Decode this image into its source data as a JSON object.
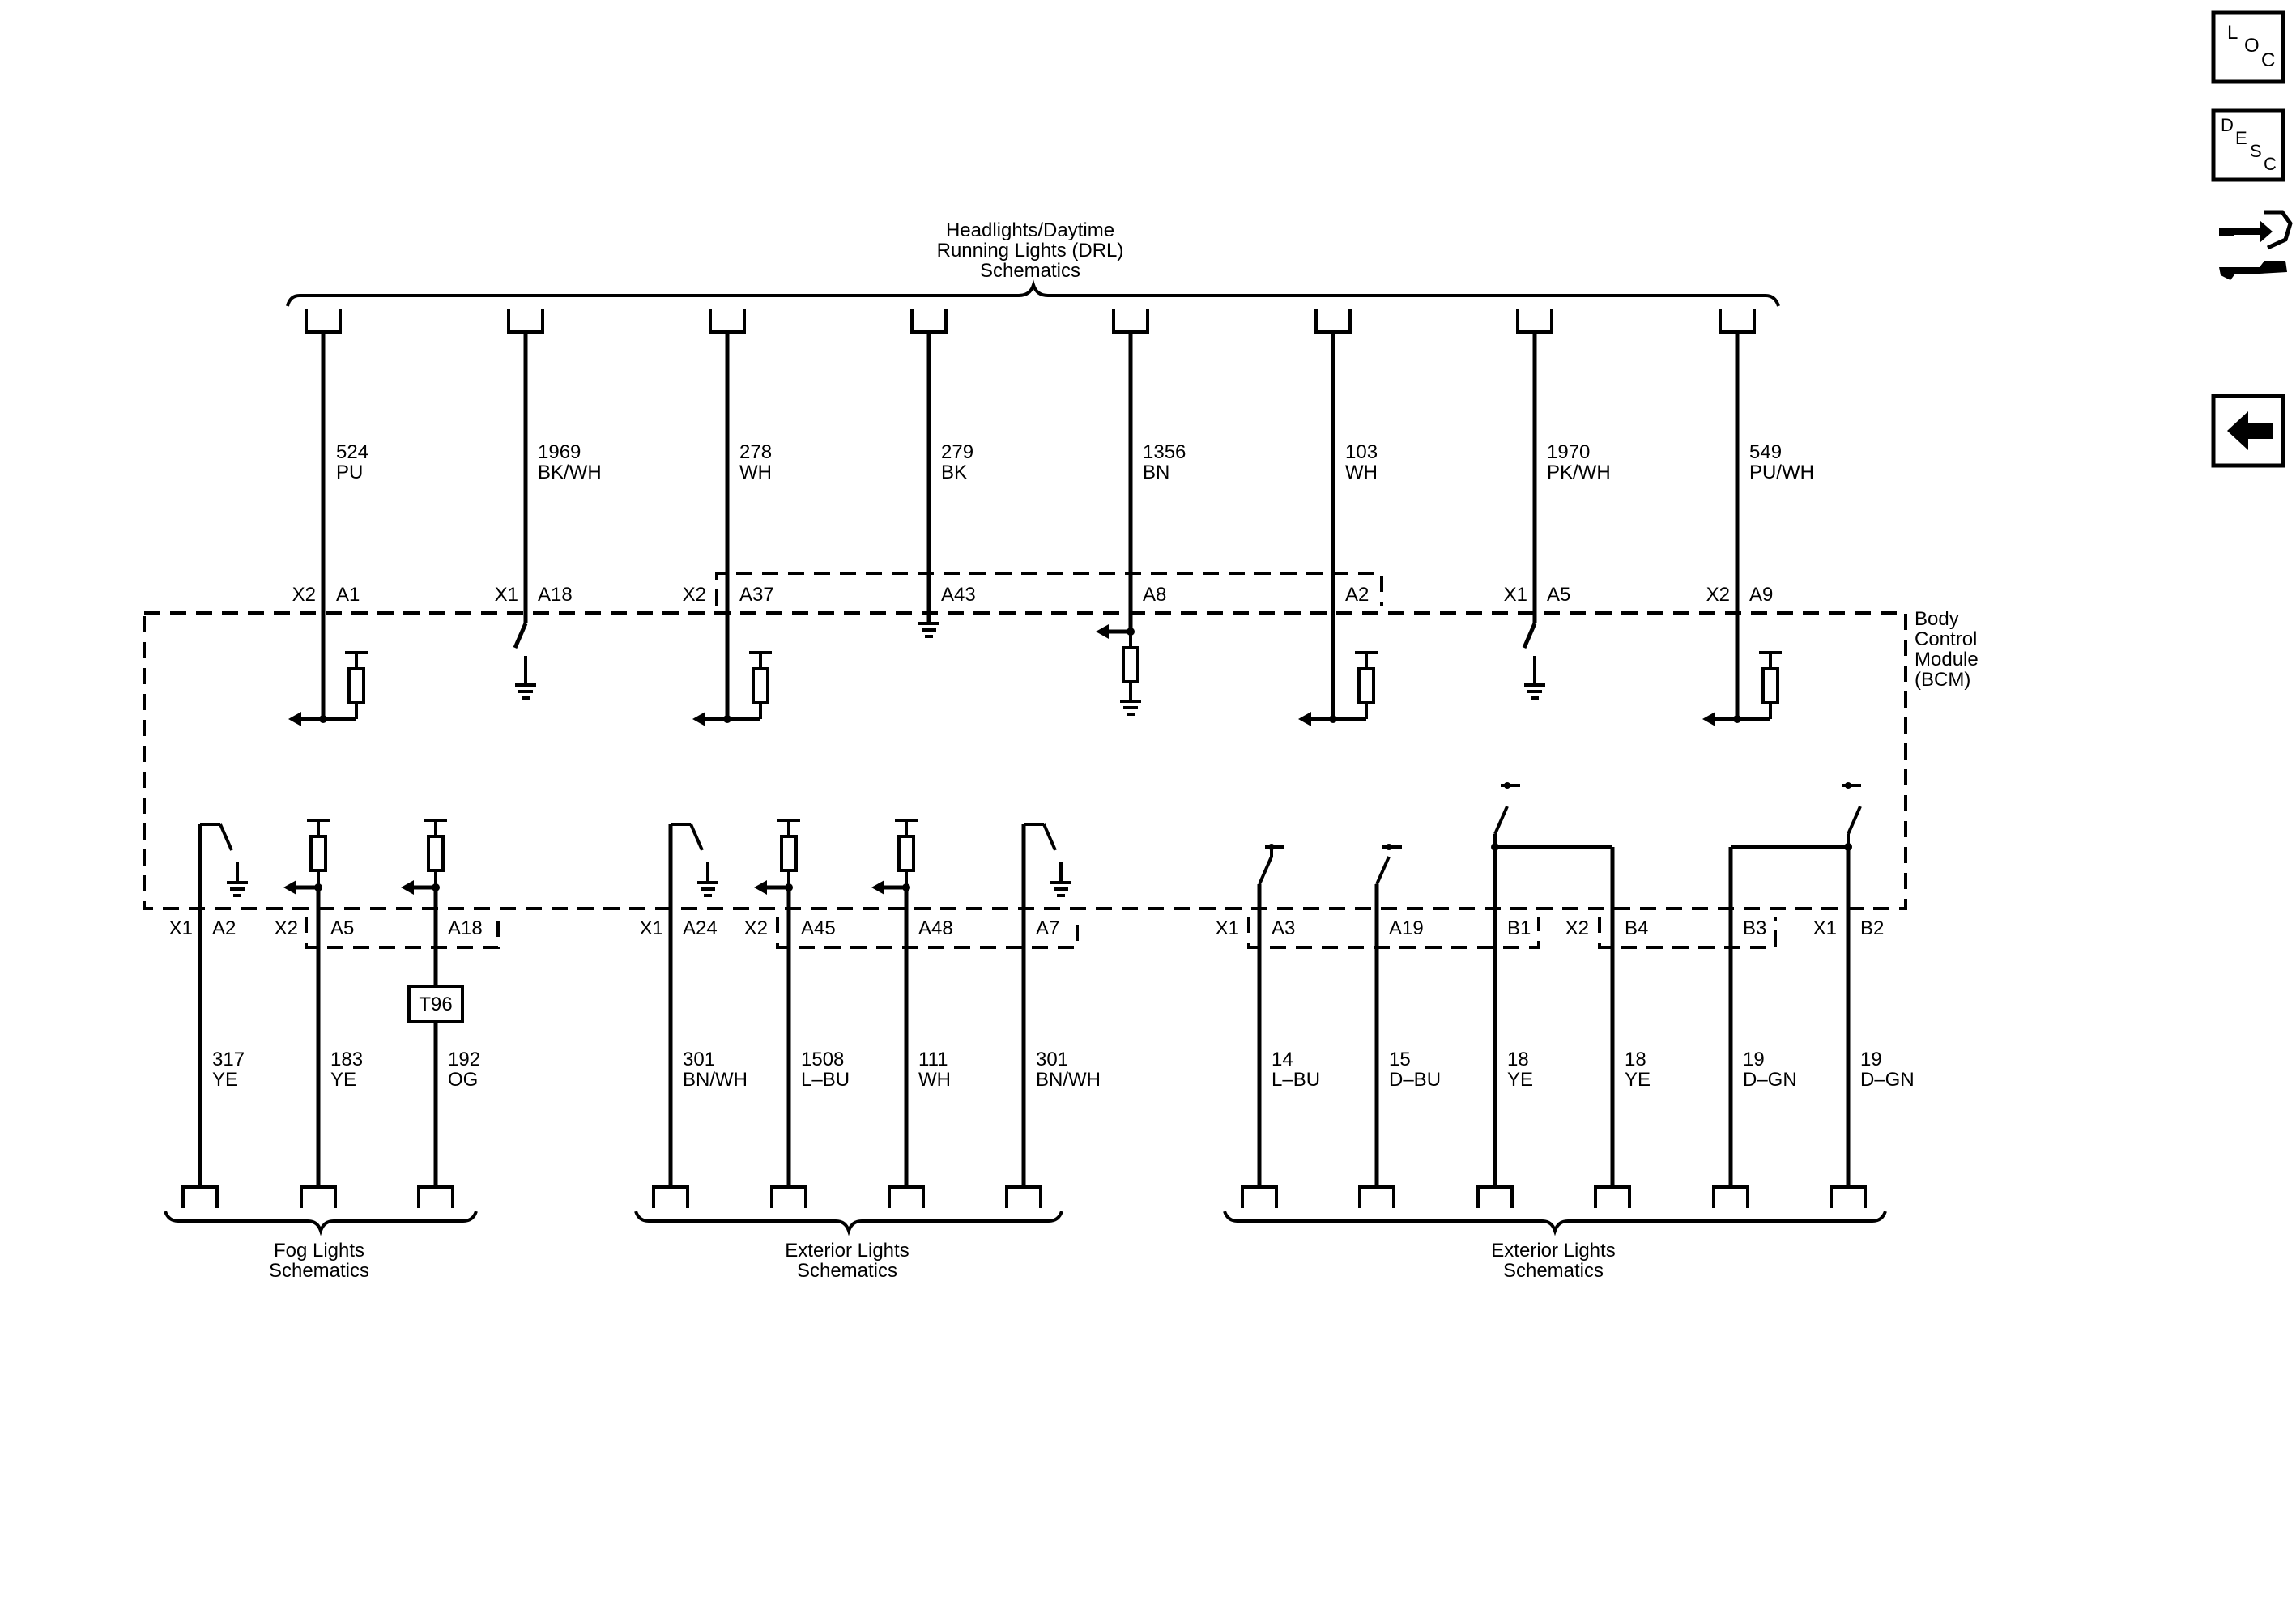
{
  "groups": {
    "top": [
      "Headlights/Daytime",
      "Running Lights (DRL)",
      "Schematics"
    ],
    "bottom": [
      [
        "Fog Lights",
        "Schematics"
      ],
      [
        "Exterior Lights",
        "Schematics"
      ],
      [
        "Exterior Lights",
        "Schematics"
      ]
    ]
  },
  "module": [
    "Body",
    "Control",
    "Module",
    "(BCM)"
  ],
  "top_circuits": [
    {
      "circuit": "524",
      "color": "PU",
      "connector": "X2",
      "pin": "A1"
    },
    {
      "circuit": "1969",
      "color": "BK/WH",
      "connector": "X1",
      "pin": "A18"
    },
    {
      "circuit": "278",
      "color": "WH",
      "connector": "X2",
      "pin": "A37"
    },
    {
      "circuit": "279",
      "color": "BK",
      "connector": "",
      "pin": "A43"
    },
    {
      "circuit": "1356",
      "color": "BN",
      "connector": "",
      "pin": "A8"
    },
    {
      "circuit": "103",
      "color": "WH",
      "connector": "",
      "pin": "A2"
    },
    {
      "circuit": "1970",
      "color": "PK/WH",
      "connector": "X1",
      "pin": "A5"
    },
    {
      "circuit": "549",
      "color": "PU/WH",
      "connector": "X2",
      "pin": "A9"
    }
  ],
  "bottom_circuits": [
    {
      "circuit": "317",
      "color": "YE",
      "connector": "X1",
      "pin": "A2"
    },
    {
      "circuit": "183",
      "color": "YE",
      "connector": "X2",
      "pin": "A5"
    },
    {
      "circuit": "192",
      "color": "OG",
      "connector": "",
      "pin": "A18"
    },
    {
      "circuit": "301",
      "color": "BN/WH",
      "connector": "X1",
      "pin": "A24"
    },
    {
      "circuit": "1508",
      "color": "L–BU",
      "connector": "X2",
      "pin": "A45"
    },
    {
      "circuit": "111",
      "color": "WH",
      "connector": "",
      "pin": "A48"
    },
    {
      "circuit": "301",
      "color": "BN/WH",
      "connector": "",
      "pin": "A7"
    },
    {
      "circuit": "14",
      "color": "L–BU",
      "connector": "X1",
      "pin": "A3"
    },
    {
      "circuit": "15",
      "color": "D–BU",
      "connector": "",
      "pin": "A19"
    },
    {
      "circuit": "18",
      "color": "YE",
      "connector": "",
      "pin": "B1"
    },
    {
      "circuit": "18",
      "color": "YE",
      "connector": "X2",
      "pin": "B4"
    },
    {
      "circuit": "19",
      "color": "D–GN",
      "connector": "",
      "pin": "B3"
    },
    {
      "circuit": "19",
      "color": "D–GN",
      "connector": "X1",
      "pin": "B2"
    }
  ],
  "inline_connector": "T96",
  "nav": {
    "loc": [
      "L",
      "O",
      "C"
    ],
    "desc": [
      "D",
      "E",
      "S",
      "C"
    ],
    "connector_icon": "connector-wrench-icon",
    "back_icon": "back-arrow-icon"
  }
}
